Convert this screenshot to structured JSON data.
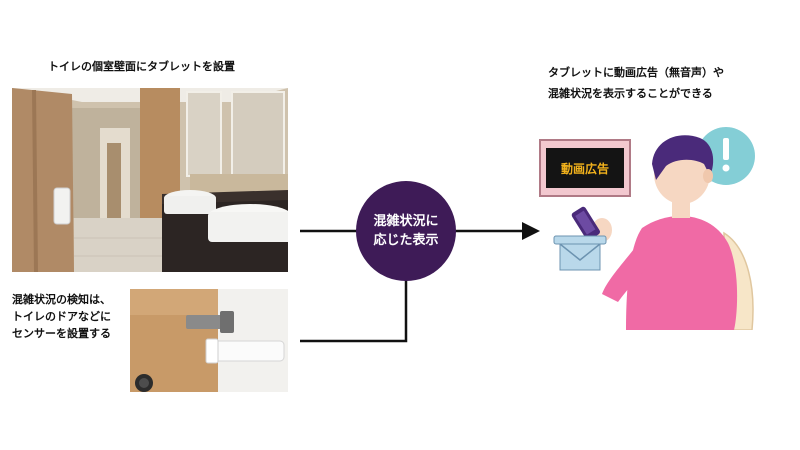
{
  "left": {
    "top_caption": "トイレの個室壁面にタブレットを設置",
    "bottom_caption_lines": [
      "混雑状況の検知は、",
      "トイレのドアなどに",
      "センサーを設置する"
    ]
  },
  "center": {
    "lines": [
      "混雑状況に",
      "応じた表示"
    ]
  },
  "right": {
    "caption_lines": [
      "タブレットに動画広告（無音声）や",
      "混雑状況を表示することができる"
    ],
    "tablet_label": "動画広告",
    "alert_symbol": "!"
  },
  "colors": {
    "circle": "#3e1b57",
    "tablet_frame": "#f2c8cf",
    "tablet_screen": "#141414",
    "tablet_text": "#f2b21c",
    "shirt": "#f06aa5",
    "hair": "#4a2a7a",
    "skin": "#f6d7c2",
    "bubble": "#84ced6"
  }
}
